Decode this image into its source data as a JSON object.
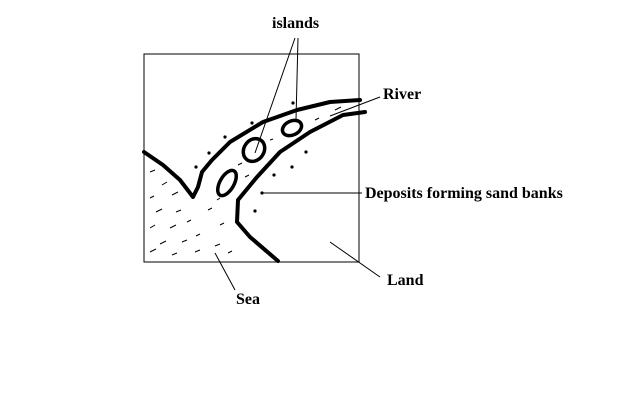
{
  "labels": {
    "islands": "islands",
    "river": "River",
    "deposits": "Deposits forming sand banks",
    "land": "Land",
    "sea": "Sea"
  },
  "colors": {
    "ink": "#000000",
    "background": "#ffffff"
  }
}
